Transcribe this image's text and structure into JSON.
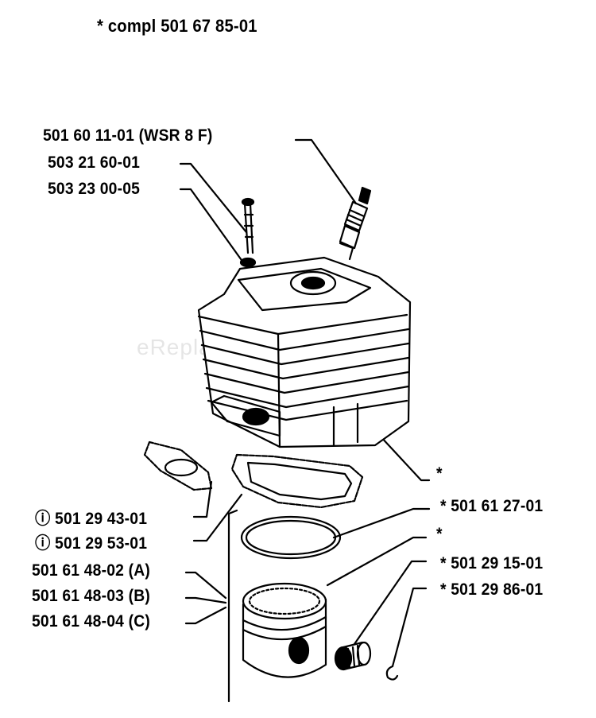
{
  "header": {
    "compl_label": "* compl 501 67 85-01"
  },
  "watermark": "eReplacementParts.com",
  "labels": {
    "spark_plug": "501 60 11-01 (WSR 8 F)",
    "bolt": "503 21 60-01",
    "washer": "503 23 00-05",
    "cylinder_star": "*",
    "piston_ring": "* 501 61 27-01",
    "gasket_1": "ⓘ 501 29 43-01",
    "gasket_2": "ⓘ 501 29 53-01",
    "piston_star": "*",
    "needle_bearing": "* 501 29 15-01",
    "circlip": "* 501 29 86-01",
    "piston_a": "501 61 48-02 (A)",
    "piston_b": "501 61 48-03 (B)",
    "piston_c": "501 61 48-04 (C)"
  }
}
